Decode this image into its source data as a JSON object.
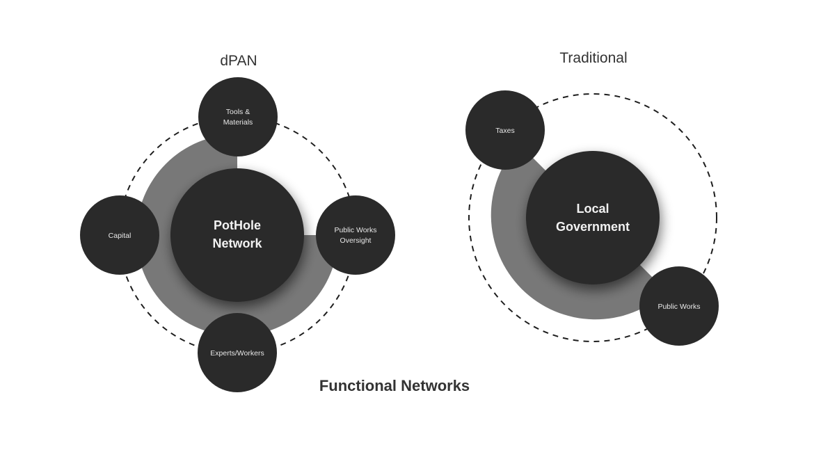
{
  "main_title": "Functional Networks",
  "colors": {
    "node": "#2a2a2a",
    "ring": "#787878",
    "dashed": "#1e1e1e",
    "title": "#333333",
    "node_text": "#e8e8e8"
  },
  "diagrams": [
    {
      "title": "dPAN",
      "center": [
        "PotHole",
        "Network"
      ],
      "satellites": [
        {
          "lines": [
            "Tools &",
            "Materials"
          ]
        },
        {
          "lines": [
            "Capital"
          ]
        },
        {
          "lines": [
            "Public Works",
            "Oversight"
          ]
        },
        {
          "lines": [
            "Experts/Workers"
          ]
        }
      ],
      "ring_coverage_fraction": 0.75
    },
    {
      "title": "Traditional",
      "center": [
        "Local",
        "Government"
      ],
      "satellites": [
        {
          "lines": [
            "Taxes"
          ]
        },
        {
          "lines": [
            "Public Works"
          ]
        }
      ],
      "ring_coverage_fraction": 0.5
    }
  ]
}
